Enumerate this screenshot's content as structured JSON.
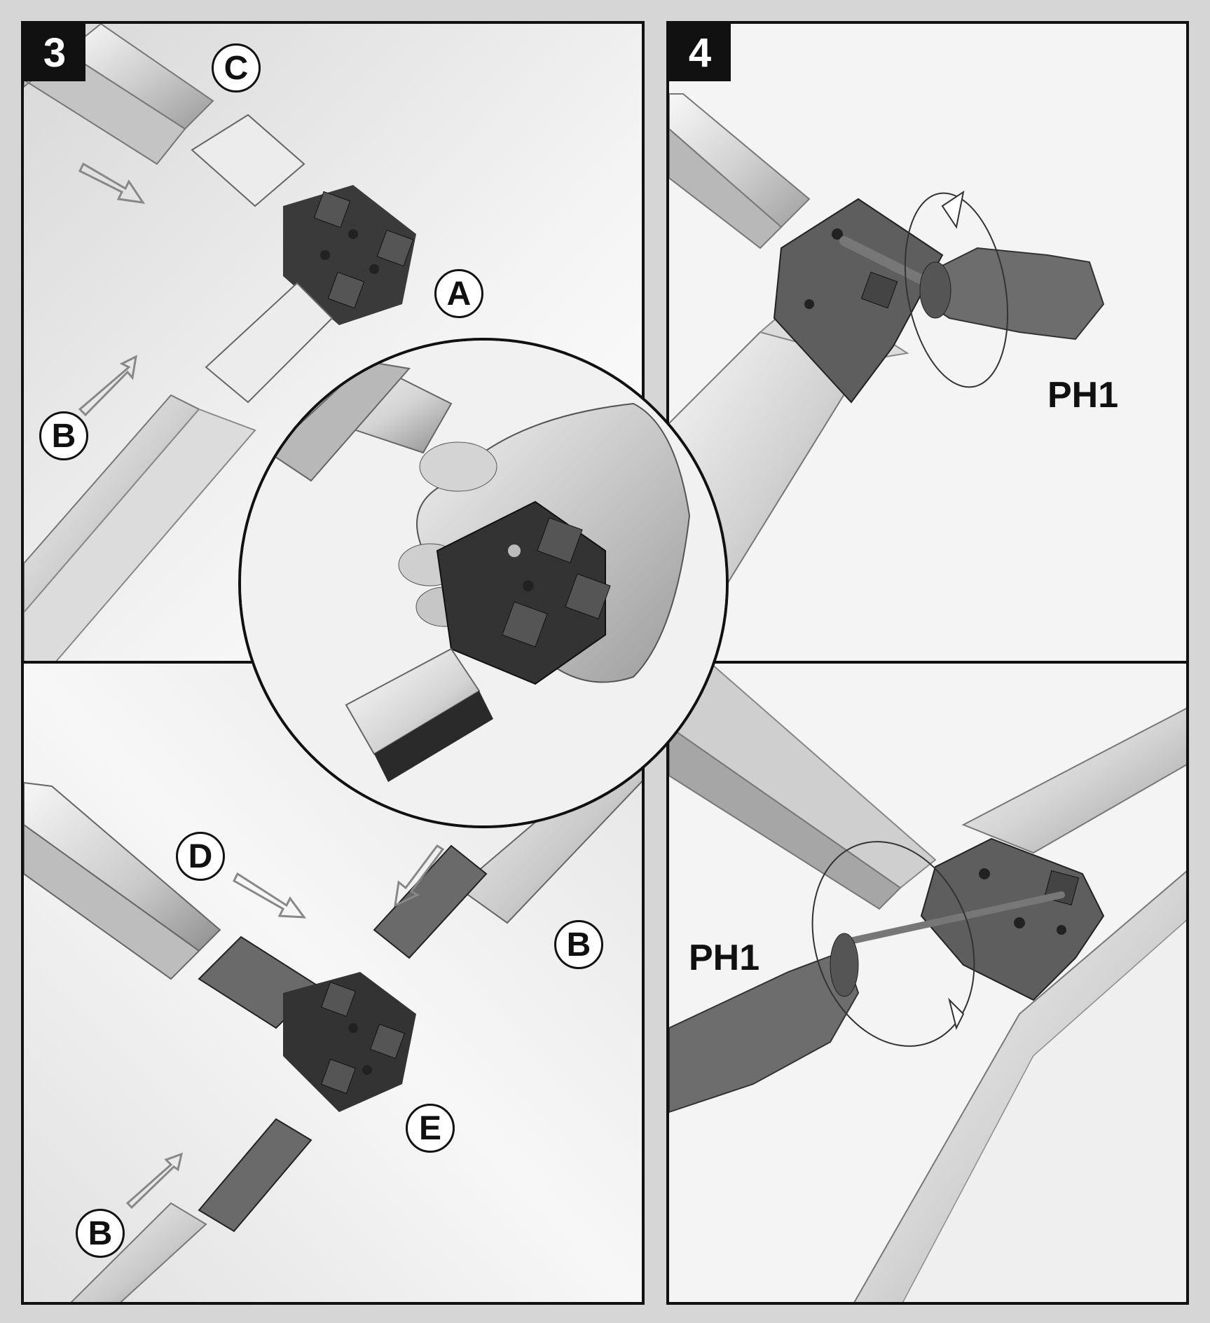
{
  "steps": {
    "step3": {
      "number": "3"
    },
    "step4": {
      "number": "4"
    }
  },
  "callouts": {
    "a": "A",
    "b_left_top": "B",
    "c": "C",
    "d": "D",
    "b_right": "B",
    "e": "E",
    "b_left_bottom": "B"
  },
  "tool_labels": {
    "top": "PH1",
    "bottom": "PH1"
  },
  "colors": {
    "connector": "#3a3a3a",
    "profile": "#d9d9d9",
    "panel_bg": "#f4f4f4",
    "outline": "#111111"
  }
}
